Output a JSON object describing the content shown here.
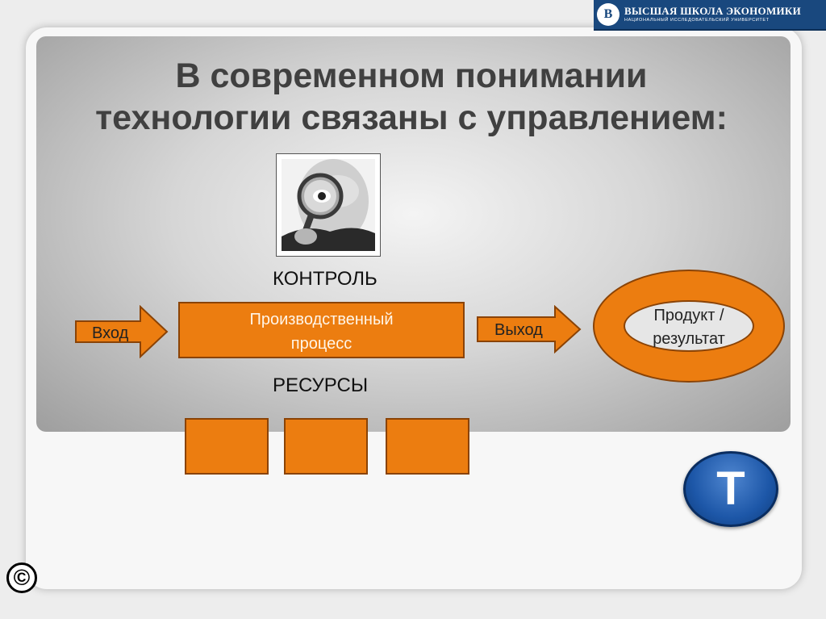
{
  "logo": {
    "line1": "ВЫСШАЯ ШКОЛА ЭКОНОМИКИ",
    "line2": "НАЦИОНАЛЬНЫЙ ИССЛЕДОВАТЕЛЬСКИЙ УНИВЕРСИТЕТ",
    "emblem": "В"
  },
  "title": {
    "line1": "В современном понимании",
    "line2": "технологии связаны с управлением:"
  },
  "diagram": {
    "control_label": "КОНТРОЛЬ",
    "resources_label": "РЕСУРСЫ",
    "input_label": "Вход",
    "process_line1": "Производственный",
    "process_line2": "процесс",
    "output_label": "Выход",
    "result_line1": "Продукт /",
    "result_line2": "результат"
  },
  "nav": {
    "t_button": "T",
    "copyright": "©"
  },
  "colors": {
    "accent_orange": "#ec7d10",
    "outline_brown": "#8a4306",
    "logo_blue": "#19487e",
    "button_blue": "#1d57a8"
  },
  "icons": {
    "photo": "magnifying-glass-person-photo"
  }
}
